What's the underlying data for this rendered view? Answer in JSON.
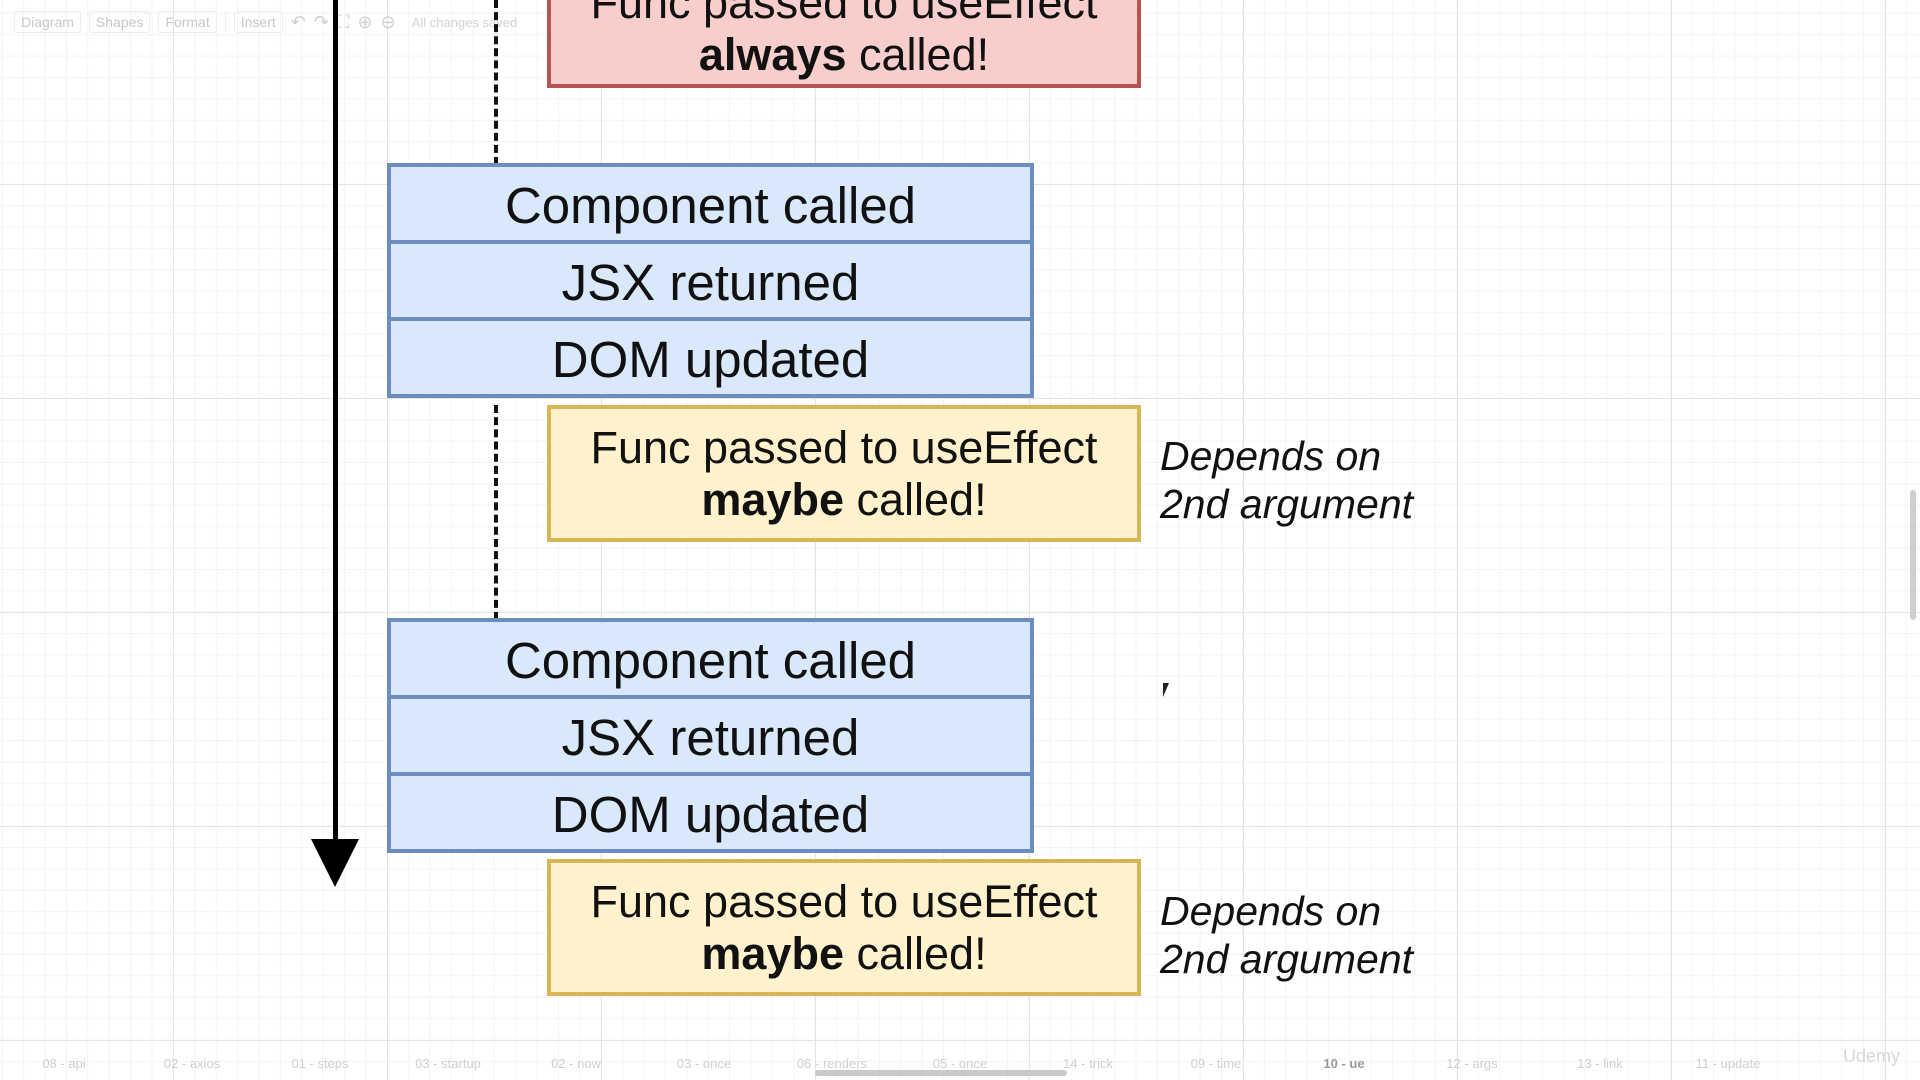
{
  "toolbar": {
    "diagram_label": "Diagram",
    "shapes_label": "Shapes",
    "format_label": "Format",
    "insert_label": "Insert",
    "status": "All changes saved",
    "undo_icon": "undo-icon",
    "redo_icon": "redo-icon",
    "fullscreen_icon": "fullscreen-icon",
    "zoom_in_icon": "zoom-in-icon",
    "zoom_out_icon": "zoom-out-icon"
  },
  "diagram": {
    "top_effect": {
      "line1": "Func passed to useEffect",
      "strong": "always",
      "rest": " called!"
    },
    "cycle1": {
      "rows": [
        "Component called",
        "JSX returned",
        "DOM updated"
      ],
      "effect": {
        "line1": "Func passed to useEffect",
        "strong": "maybe",
        "rest": " called!"
      },
      "note": {
        "line1": "Depends on",
        "line2": "2nd argument"
      }
    },
    "cycle2": {
      "rows": [
        "Component called",
        "JSX returned",
        "DOM updated"
      ],
      "effect": {
        "line1": "Func passed to useEffect",
        "strong": "maybe",
        "rest": " called!"
      },
      "note": {
        "line1": "Depends on",
        "line2": "2nd argument"
      }
    },
    "colors": {
      "blue_fill": "#dae8fc",
      "blue_stroke": "#6c8ebf",
      "yellow_fill": "#fff2cc",
      "yellow_stroke": "#d6b656",
      "red_fill": "#f8cecc",
      "red_stroke": "#b85450"
    }
  },
  "tabs": [
    "08 - api",
    "02 - axios",
    "01 - steps",
    "03 - startup",
    "02 - now",
    "03 - once",
    "06 - renders",
    "05 - once",
    "14 - trick",
    "09 - time",
    "10 - ue",
    "12 - args",
    "13 - link",
    "11 - update"
  ],
  "active_tab": "10 - ue",
  "watermark": "Udemy"
}
